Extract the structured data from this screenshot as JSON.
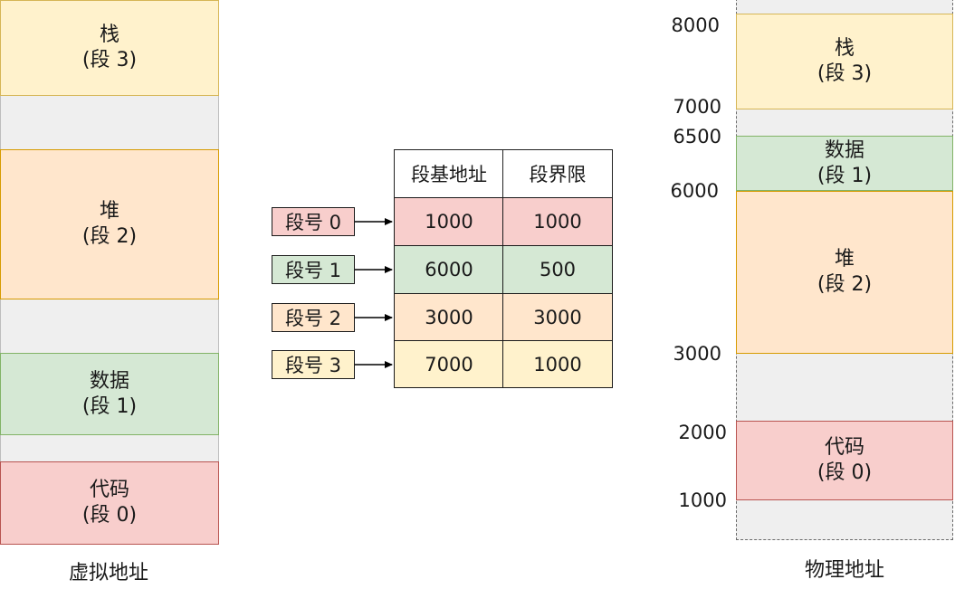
{
  "virtual": {
    "caption": "虚拟地址",
    "segments": [
      {
        "name": "栈",
        "label": "(段 3)"
      },
      {
        "name": "堆",
        "label": "(段 2)"
      },
      {
        "name": "数据",
        "label": "(段 1)"
      },
      {
        "name": "代码",
        "label": "(段 0)"
      }
    ]
  },
  "table": {
    "headers": [
      "段基地址",
      "段界限"
    ],
    "rows": [
      {
        "segment": "段号 0",
        "base": "1000",
        "limit": "1000"
      },
      {
        "segment": "段号 1",
        "base": "6000",
        "limit": "500"
      },
      {
        "segment": "段号 2",
        "base": "3000",
        "limit": "3000"
      },
      {
        "segment": "段号 3",
        "base": "7000",
        "limit": "1000"
      }
    ]
  },
  "physical": {
    "caption": "物理地址",
    "addresses": [
      "8000",
      "7000",
      "6500",
      "6000",
      "3000",
      "2000",
      "1000"
    ],
    "segments": [
      {
        "name": "栈",
        "label": "(段 3)"
      },
      {
        "name": "数据",
        "label": "(段 1)"
      },
      {
        "name": "堆",
        "label": "(段 2)"
      },
      {
        "name": "代码",
        "label": "(段 0)"
      }
    ]
  },
  "colors": {
    "stack_fill": "#fff2cc",
    "heap_fill": "#ffe6cc",
    "data_fill": "#d5e8d4",
    "code_fill": "#f8cecc",
    "free_fill": "#efefef"
  }
}
